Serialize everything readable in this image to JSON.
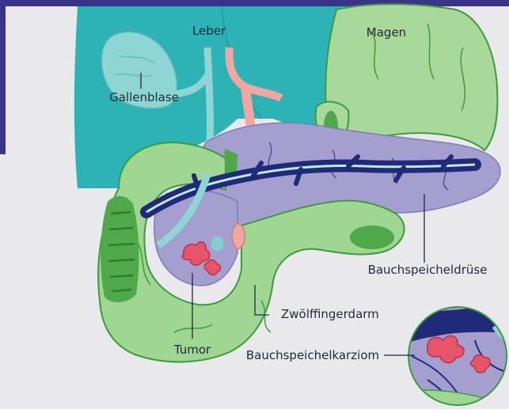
{
  "labels": {
    "leber": "Leber",
    "magen": "Magen",
    "gallenblase": "Gallenblase",
    "bauchspeicheldruese": "Bauchspeicheldrüse",
    "zwoelffingerdarm": "Zwölffingerdarm",
    "tumor": "Tumor",
    "karziom": "Bauchspeichelkarziom"
  },
  "colors": {
    "frame": "#3b3389",
    "background": "#e9e9eb",
    "liver": "#2db3b6",
    "liver_light": "#8fd5d4",
    "stomach": "#a9d99a",
    "duodenum": "#9fd691",
    "outline_green": "#3c9b3c",
    "pancreas": "#a49fce",
    "duct": "#1f2a78",
    "duct_light": "#bfe9ec",
    "tumor": "#e8556a",
    "artery": "#f0a7a2"
  }
}
